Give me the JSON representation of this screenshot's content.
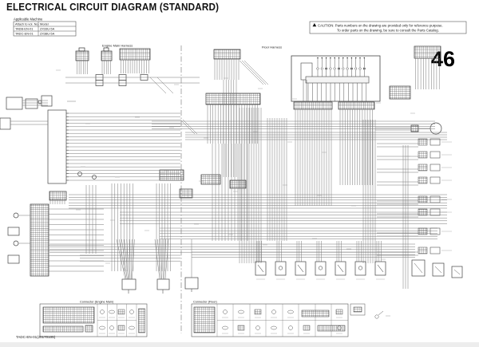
{
  "page": {
    "title": "ELECTRICAL CIRCUIT DIAGRAM (STANDARD)",
    "page_number": "46",
    "footer_code": "TADC-EN-01(20170105)"
  },
  "applicable_machine": {
    "label": "Applicable Machine",
    "columns": [
      "Attach to vol. No.",
      "Model"
    ],
    "rows": [
      [
        "TADB-EN-01",
        "ZX33U-5A"
      ],
      [
        "TADC-EN-01",
        "ZX38U-5A"
      ]
    ]
  },
  "caution": {
    "icon_glyph": "▲",
    "line1": "CAUTION: Parts numbers on the drawing are provided only for reference purpose.",
    "line2": "To order parts on the drawing, be sure to consult the Parts Catalog."
  },
  "diagram": {
    "harness_labels": {
      "engine_main": "Engine Main Harness",
      "floor": "Floor Harness"
    },
    "connector_tables": {
      "engine_main": "Connector (Engine Main)",
      "floor": "Connector (Floor)"
    },
    "colors": {
      "wire": "#777777",
      "block": "#333333",
      "ink": "#111111"
    }
  }
}
